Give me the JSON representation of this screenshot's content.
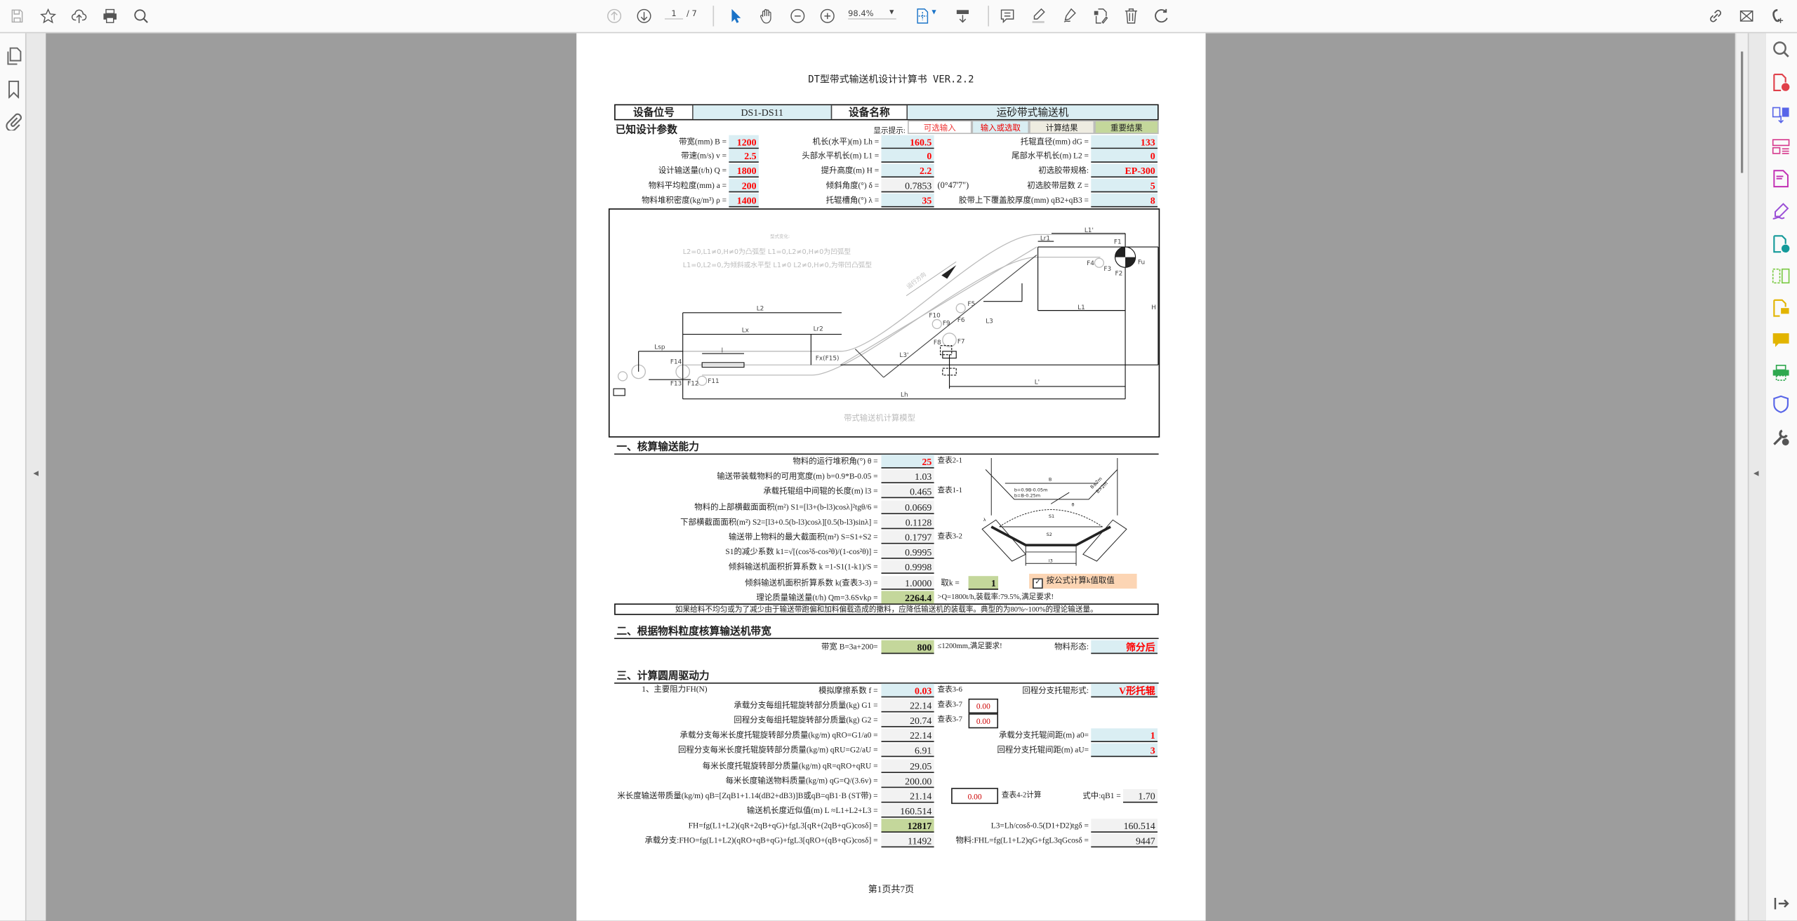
{
  "toolbar": {
    "page_current": "1",
    "page_total": "/ 7",
    "zoom": "98.4%"
  },
  "document": {
    "title": "DT型带式输送机设计计算书 VER.2.2",
    "header": {
      "pos_label": "设备位号",
      "pos_value": "DS1-DS11",
      "name_label": "设备名称",
      "name_value": "运砂带式输送机",
      "known_params": "已知设计参数",
      "hint_label": "显示提示:",
      "hints": [
        "可选输入",
        "输入或选取",
        "计算结果",
        "重要结果"
      ]
    },
    "params": [
      {
        "label1": "带宽(mm) B =",
        "value1": "1200",
        "label2": "机长(水平)(m) Lh =",
        "value2": "160.5",
        "label3": "托辊直径(mm) dG =",
        "value3": "133"
      },
      {
        "label1": "带速(m/s) v =",
        "value1": "2.5",
        "label2": "头部水平机长(m) L1 =",
        "value2": "0",
        "label3": "尾部水平机长(m) L2 =",
        "value3": "0"
      },
      {
        "label1": "设计输送量(t/h) Q =",
        "value1": "1800",
        "label2": "提升高度(m) H =",
        "value2": "2.2",
        "label3": "初选胶带规格:",
        "value3": "EP-300"
      },
      {
        "label1": "物料平均粒度(mm) a =",
        "value1": "200",
        "label2": "倾斜角度(°) δ =",
        "value2": "0.7853",
        "kind2": "calc",
        "extra": "(0°47'7\")",
        "label3": "初选胶带层数 Z =",
        "value3": "5"
      },
      {
        "label1": "物料堆积密度(kg/m³) ρ =",
        "value1": "1400",
        "label2": "托辊槽角(°) λ =",
        "value2": "35",
        "label3": "胶带上下覆盖胶厚度(mm) qB2+qB3 =",
        "value3": "8"
      }
    ],
    "diagram": {
      "type_change": "型式变化:",
      "line1": "L2=0,L1≠0,H≠0为凸弧型  L1=0,L2≠0,H≠0为凹弧型",
      "line2": "L1=0,L2=0,为倾斜或水平型  L1≠0 L2≠0,H≠0,为带凹凸弧型",
      "direction": "运行方向",
      "caption": "带式输送机计算模型",
      "labels": {
        "L2": "L2",
        "Lx": "Lx",
        "Lr2": "Lr2",
        "Lsp": "Lsp",
        "l": "l",
        "Lh": "Lh",
        "Lp": "L'",
        "L1": "L1",
        "L1p": "L1'",
        "Lr1": "Lr1",
        "H": "H",
        "L3": "L3",
        "L3p": "L3'",
        "Fx": "Fx(F15)",
        "F1": "F1",
        "F2": "F2",
        "F3": "F3",
        "F4": "F4",
        "F5": "F5",
        "F6": "F6",
        "F7": "F7",
        "F8": "F8",
        "F9": "F9",
        "F10": "F10",
        "F11": "F11",
        "F12": "F12",
        "F13": "F13",
        "F14": "F14",
        "Fu": "Fu"
      }
    },
    "section1": {
      "title": "一、核算输送能力",
      "rows": [
        {
          "label": "物料的运行堆积角(°) θ =",
          "value": "25",
          "kind": "input",
          "note": "查表2-1"
        },
        {
          "label": "输送带装载物料的可用宽度(m) b=0.9*B-0.05 =",
          "value": "1.03",
          "kind": "calc"
        },
        {
          "label": "承载托辊组中间辊的长度(m) l3 =",
          "value": "0.465",
          "kind": "calc",
          "note": "查表1-1"
        },
        {
          "label": "物料的上部横截面面积(m²) S1=[l3+(b-l3)cosλ]²tgθ/6 =",
          "value": "0.0669",
          "kind": "calc"
        },
        {
          "label": "下部横截面面积(m²) S2=[l3+0.5(b-l3)cosλ][0.5(b-l3)sinλ] =",
          "value": "0.1128",
          "kind": "calc"
        },
        {
          "label": "输送带上物料的最大截面积(m²) S=S1+S2 =",
          "value": "0.1797",
          "kind": "calc",
          "note": "查表3-2"
        },
        {
          "label": "S1的减少系数 k1=√[(cos²δ-cos²θ)/(1-cos²θ)] =",
          "value": "0.9995",
          "kind": "calc"
        },
        {
          "label": "倾斜输送机面积折算系数 k =1-S1(1-k1)/S =",
          "value": "0.9998",
          "kind": "calc"
        },
        {
          "label": "倾斜输送机面积折算系数 k(查表3-3) =",
          "value": "1.0000",
          "kind": "calc",
          "take_k_label": "取k =",
          "take_k_value": "1"
        },
        {
          "label": "理论质量输送量(t/h) Qm=3.6Svkρ =",
          "value": "2264.4",
          "kind": "important",
          "note": ">Q=1800t/h,装载率:79.5%,满足要求!"
        }
      ],
      "checkbox_label": "按公式计算k值取值",
      "checkbox_checked": true,
      "remark": "如果给料不均匀或为了减少由于输送带跑偏和加料偏载造成的撒料，应降低输送机的装载率。典型的为80%~100%的理论输送量。",
      "trough": {
        "B": "B",
        "b1": "b=0.9B-0.05m",
        "b2": "b=B-0.25m",
        "c1": "B≤2m",
        "c2": "B>2m",
        "theta": "θ",
        "S1": "S1",
        "S2": "S2",
        "lambda": "λ",
        "l3": "l3"
      }
    },
    "section2": {
      "title": "二、根据物料粒度核算输送机带宽",
      "label": "带宽 B=3a+200=",
      "value": "800",
      "note": "≤1200mm,满足要求!",
      "right_label": "物料形态:",
      "right_value": "筛分后"
    },
    "section3": {
      "title": "三、计算圆周驱动力",
      "subtitle": "1、主要阻力FH(N)",
      "rows": [
        {
          "label": "模拟摩擦系数 f =",
          "value": "0.03",
          "kind": "input",
          "note": "查表3-6",
          "right_label": "回程分支托辊形式:",
          "right_value": "V形托辊",
          "right_kind": "input"
        },
        {
          "label": "承载分支每组托辊旋转部分质量(kg) G1 =",
          "value": "22.14",
          "kind": "calc",
          "note": "查表3-7",
          "box": "0.00"
        },
        {
          "label": "回程分支每组托辊旋转部分质量(kg) G2 =",
          "value": "20.74",
          "kind": "calc",
          "note": "查表3-7",
          "box": "0.00"
        },
        {
          "label": "承载分支每米长度托辊旋转部分质量(kg/m) qRO=G1/a0 =",
          "value": "22.14",
          "kind": "calc",
          "right_label": "承载分支托辊间距(m) a0=",
          "right_value": "1",
          "right_kind": "input"
        },
        {
          "label": "回程分支每米长度托辊旋转部分质量(kg/m) qRU=G2/aU =",
          "value": "6.91",
          "kind": "calc",
          "right_label": "回程分支托辊间距(m) aU=",
          "right_value": "3",
          "right_kind": "input"
        },
        {
          "label": "每米长度托辊旋转部分质量(kg/m) qR=qRO+qRU =",
          "value": "29.05",
          "kind": "calc"
        },
        {
          "label": "每米长度输送物料质量(kg/m) qG=Q/(3.6v) =",
          "value": "200.00",
          "kind": "calc"
        },
        {
          "label": "米长度输送带质量(kg/m) qB=[ZqB1+1.14(dB2+dB3)]B或qB=qB1·B (ST带) =",
          "value": "21.14",
          "kind": "calc",
          "box_first": true,
          "box": "0.00",
          "note": "查表4-2计算",
          "right_label": "式中:qB1 =",
          "right_value": "1.70",
          "right_kind": "calc-narrow"
        },
        {
          "label": "输送机长度近似值(m) L ≈L1+L2+L3 =",
          "value": "160.514",
          "kind": "calc"
        },
        {
          "label": "FH=fg(L1+L2)(qR+2qB+qG)+fgL3[qR+(2qB+qG)cosδ] =",
          "value": "12817",
          "kind": "important",
          "right_label": "L3=Lh/cosδ-0.5(D1+D2)tgδ =",
          "right_value": "160.514",
          "right_kind": "calc"
        },
        {
          "label": "承载分支:FHO=fg(L1+L2)(qRO+qB+qG)+fgL3[qRO+(qB+qG)cosδ] =",
          "value": "11492",
          "kind": "calc",
          "right_label": "物料:FHL=fg(L1+L2)qG+fgL3qGcosδ =",
          "right_value": "9447",
          "right_kind": "calc"
        }
      ]
    },
    "footer": "第1页共7页"
  }
}
